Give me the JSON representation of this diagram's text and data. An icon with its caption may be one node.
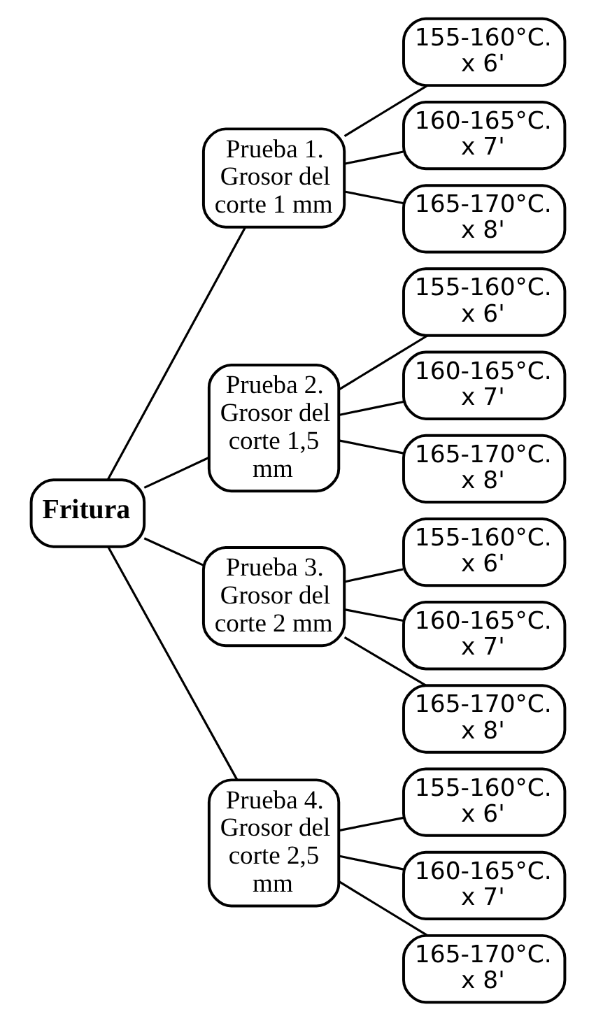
{
  "diagram": {
    "nodes": [
      {
        "text": [
          "Fritura"
        ]
      },
      {
        "text": [
          "Prueba 1. Grosor del corte 1 mm"
        ]
      },
      {
        "text": [
          "155-160°C. x 6'"
        ]
      },
      {
        "text": [
          "160-165°C. x 7'"
        ]
      },
      {
        "text": [
          "165-170°C. x 8'"
        ]
      },
      {
        "text": [
          "Prueba 2. Grosor del corte 1,5 mm"
        ]
      },
      {
        "text": [
          "155-160°C. x 6'"
        ]
      },
      {
        "text": [
          "160-165°C. x 7'"
        ]
      },
      {
        "text": [
          "165-170°C. x 8'"
        ]
      },
      {
        "text": [
          "Prueba 3. Grosor del corte 2 mm"
        ]
      },
      {
        "text": [
          "155-160°C. x 6'"
        ]
      },
      {
        "text": [
          "160-165°C. x 7'"
        ]
      },
      {
        "text": [
          "165-170°C. x 8'"
        ]
      },
      {
        "text": [
          "Prueba 4. Grosor del corte 2,5 mm"
        ]
      },
      {
        "text": [
          "155-160°C. x 6'"
        ]
      },
      {
        "text": [
          "160-165°C. x 7'"
        ]
      },
      {
        "text": [
          "165-170°C. x 8'"
        ]
      }
    ],
    "edges": [
      {
        "from": 0,
        "to": 1,
        "arrow": "none"
      },
      {
        "from": 0,
        "to": 5,
        "arrow": "none"
      },
      {
        "from": 0,
        "to": 9,
        "arrow": "none"
      },
      {
        "from": 0,
        "to": 13,
        "arrow": "none"
      },
      {
        "from": 1,
        "to": 2,
        "arrow": "none"
      },
      {
        "from": 1,
        "to": 3,
        "arrow": "none"
      },
      {
        "from": 1,
        "to": 4,
        "arrow": "none"
      },
      {
        "from": 5,
        "to": 6,
        "arrow": "none"
      },
      {
        "from": 5,
        "to": 7,
        "arrow": "none"
      },
      {
        "from": 5,
        "to": 8,
        "arrow": "none"
      },
      {
        "from": 9,
        "to": 10,
        "arrow": "none"
      },
      {
        "from": 9,
        "to": 11,
        "arrow": "none"
      },
      {
        "from": 9,
        "to": 12,
        "arrow": "none"
      },
      {
        "from": 13,
        "to": 14,
        "arrow": "none"
      },
      {
        "from": 13,
        "to": 15,
        "arrow": "none"
      },
      {
        "from": 13,
        "to": 16,
        "arrow": "none"
      }
    ]
  }
}
